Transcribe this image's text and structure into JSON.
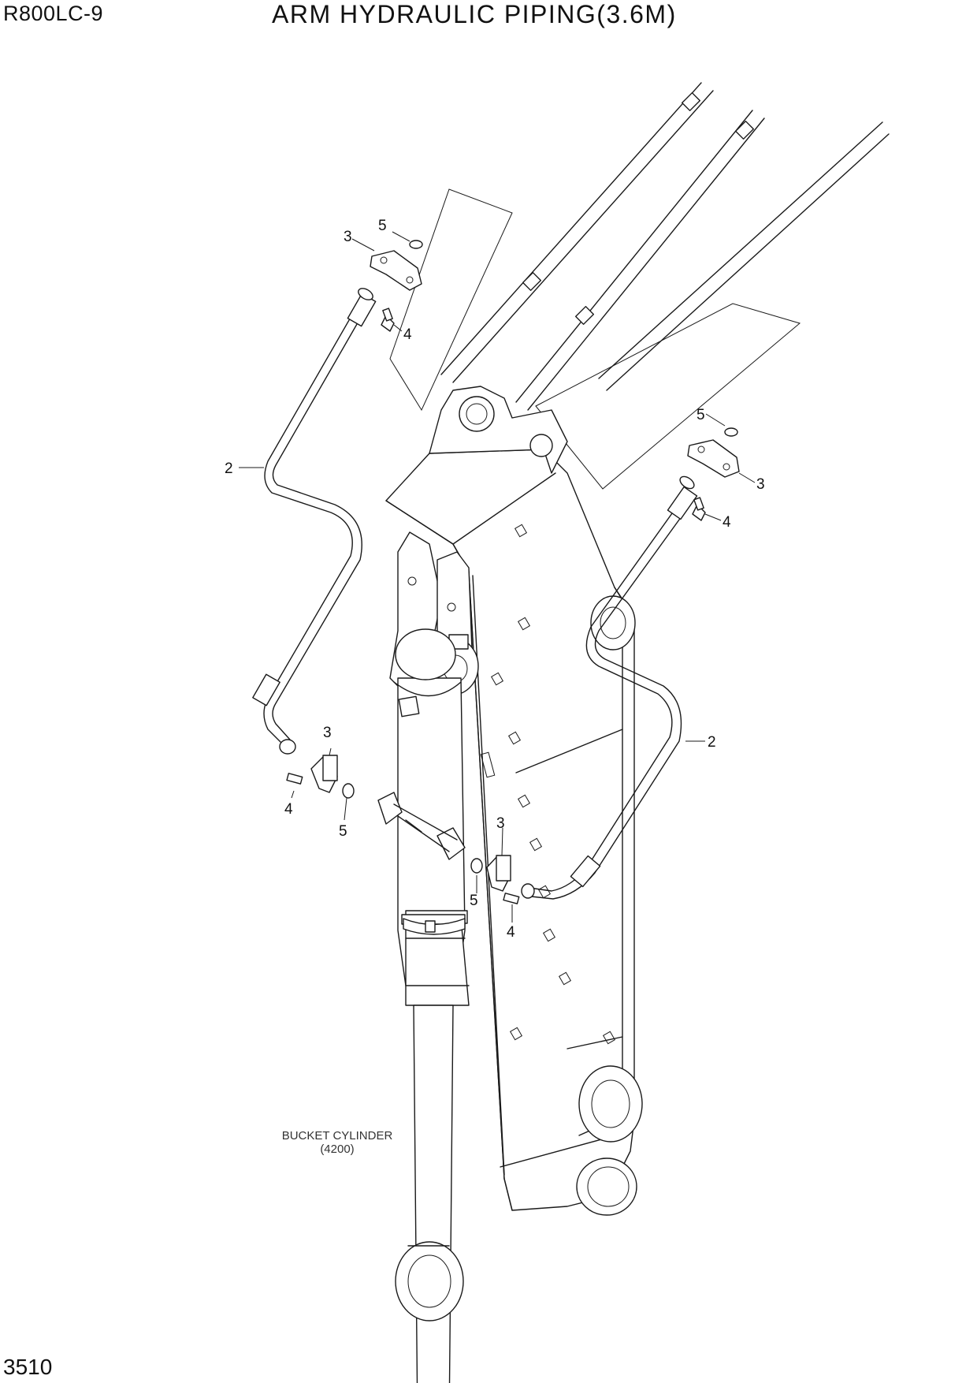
{
  "header": {
    "model": "R800LC-9",
    "title": "ARM HYDRAULIC PIPING(3.6M)"
  },
  "footer": {
    "page_number": "3510"
  },
  "diagram": {
    "callouts": [
      "2",
      "3",
      "4",
      "5",
      "3",
      "4",
      "5",
      "2",
      "5",
      "3",
      "4",
      "3",
      "4",
      "5"
    ],
    "reference_label": {
      "line1": "BUCKET CYLINDER",
      "line2": "(4200)"
    }
  }
}
